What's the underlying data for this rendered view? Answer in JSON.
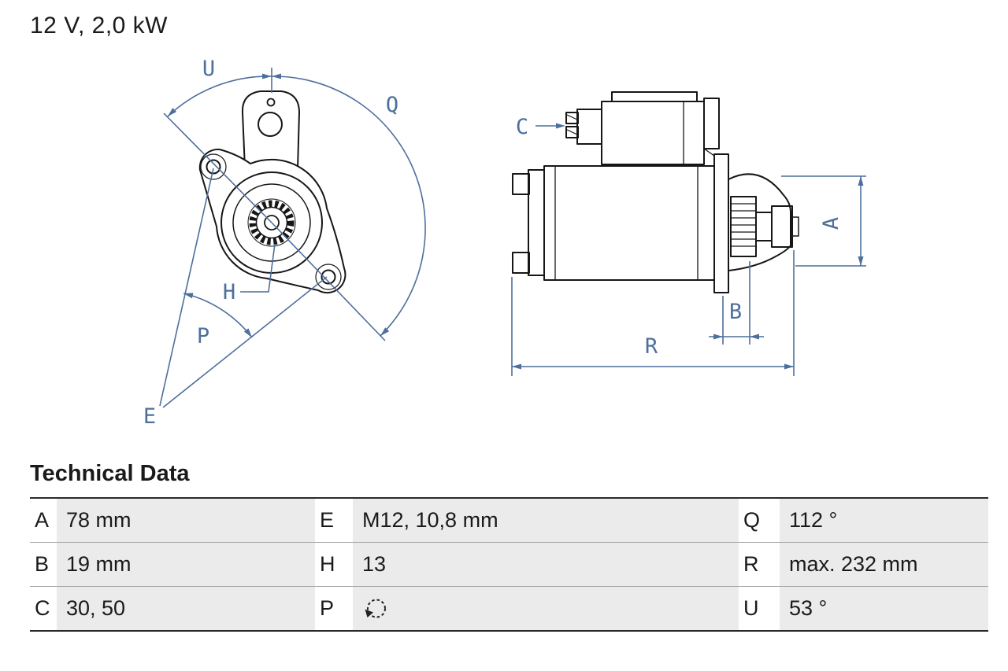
{
  "title": "12 V, 2,0 kW",
  "diagram": {
    "labels": {
      "U": "U",
      "Q": "Q",
      "H": "H",
      "P": "P",
      "E": "E",
      "C": "C",
      "A": "A",
      "B": "B",
      "R": "R"
    },
    "dimension_color": "#4d6f9c",
    "line_color": "#161616"
  },
  "technical_data": {
    "heading": "Technical Data",
    "rows": [
      [
        {
          "key": "A",
          "value": "78 mm"
        },
        {
          "key": "E",
          "value": "M12, 10,8 mm"
        },
        {
          "key": "Q",
          "value": "112 °"
        }
      ],
      [
        {
          "key": "B",
          "value": "19 mm"
        },
        {
          "key": "H",
          "value": "13"
        },
        {
          "key": "R",
          "value": "max. 232 mm"
        }
      ],
      [
        {
          "key": "C",
          "value": "30, 50"
        },
        {
          "key": "P",
          "value": "",
          "icon": "counterclockwise-rotation"
        },
        {
          "key": "U",
          "value": "53 °"
        }
      ]
    ]
  }
}
